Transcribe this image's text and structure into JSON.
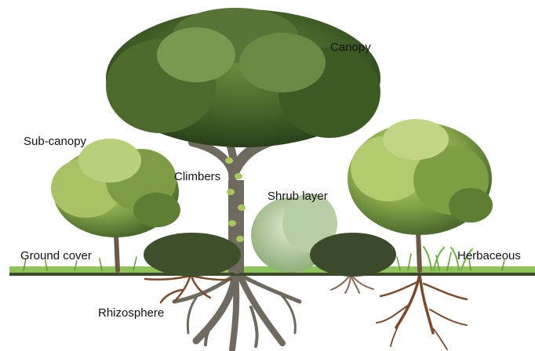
{
  "diagram": {
    "labels": {
      "canopy": "Canopy",
      "sub_canopy": "Sub-canopy",
      "climbers": "Climbers",
      "shrub_layer": "Shrub layer",
      "ground_cover": "Ground cover",
      "herbaceous": "Herbaceous",
      "rhizosphere": "Rhizosphere"
    },
    "colors": {
      "canopy_dark": "#2f4a1f",
      "canopy_mid": "#4f6d2f",
      "canopy_light": "#7d9a48",
      "subcanopy_light": "#a9c264",
      "subcanopy_mid": "#6e8f3a",
      "shrub_dark": "#3a4a2a",
      "shrub_pale": "#c9d8b8",
      "trunk": "#6f6a5e",
      "roots_brown": "#7a4a2a",
      "roots_grey": "#6e6a60",
      "grass": "#6fae3f",
      "soil_line": "#3f4a2a"
    }
  }
}
